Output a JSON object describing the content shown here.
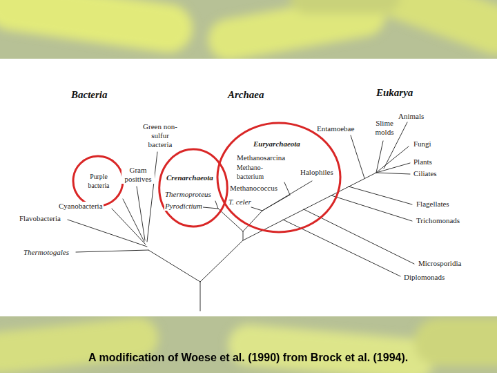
{
  "diagram": {
    "caption": "A modification of Woese et al. (1990) from Brock et al. (1994).",
    "nodes": [
      {
        "text": [
          "Purple bacteria"
        ]
      },
      {
        "text": [
          "Crenarchaeota",
          "Thermoproteus",
          "Pyrodictium"
        ]
      },
      {
        "text": [
          "Euryarchaeota",
          "Methanosarcina",
          "Methano- bacterium",
          "Methanococcus",
          "Halophiles",
          "T. celer"
        ]
      }
    ],
    "labels": [
      "Bacteria",
      "Archaea",
      "Eukarya",
      "Green non-sulfur bacteria",
      "Gram positives",
      "Cyanobacteria",
      "Flavobacteria",
      "Thermotogales",
      "Entamoebae",
      "Slime molds",
      "Animals",
      "Fungi",
      "Plants",
      "Ciliates",
      "Flagellates",
      "Trichomonads",
      "Microsporidia",
      "Diplomonads"
    ]
  }
}
